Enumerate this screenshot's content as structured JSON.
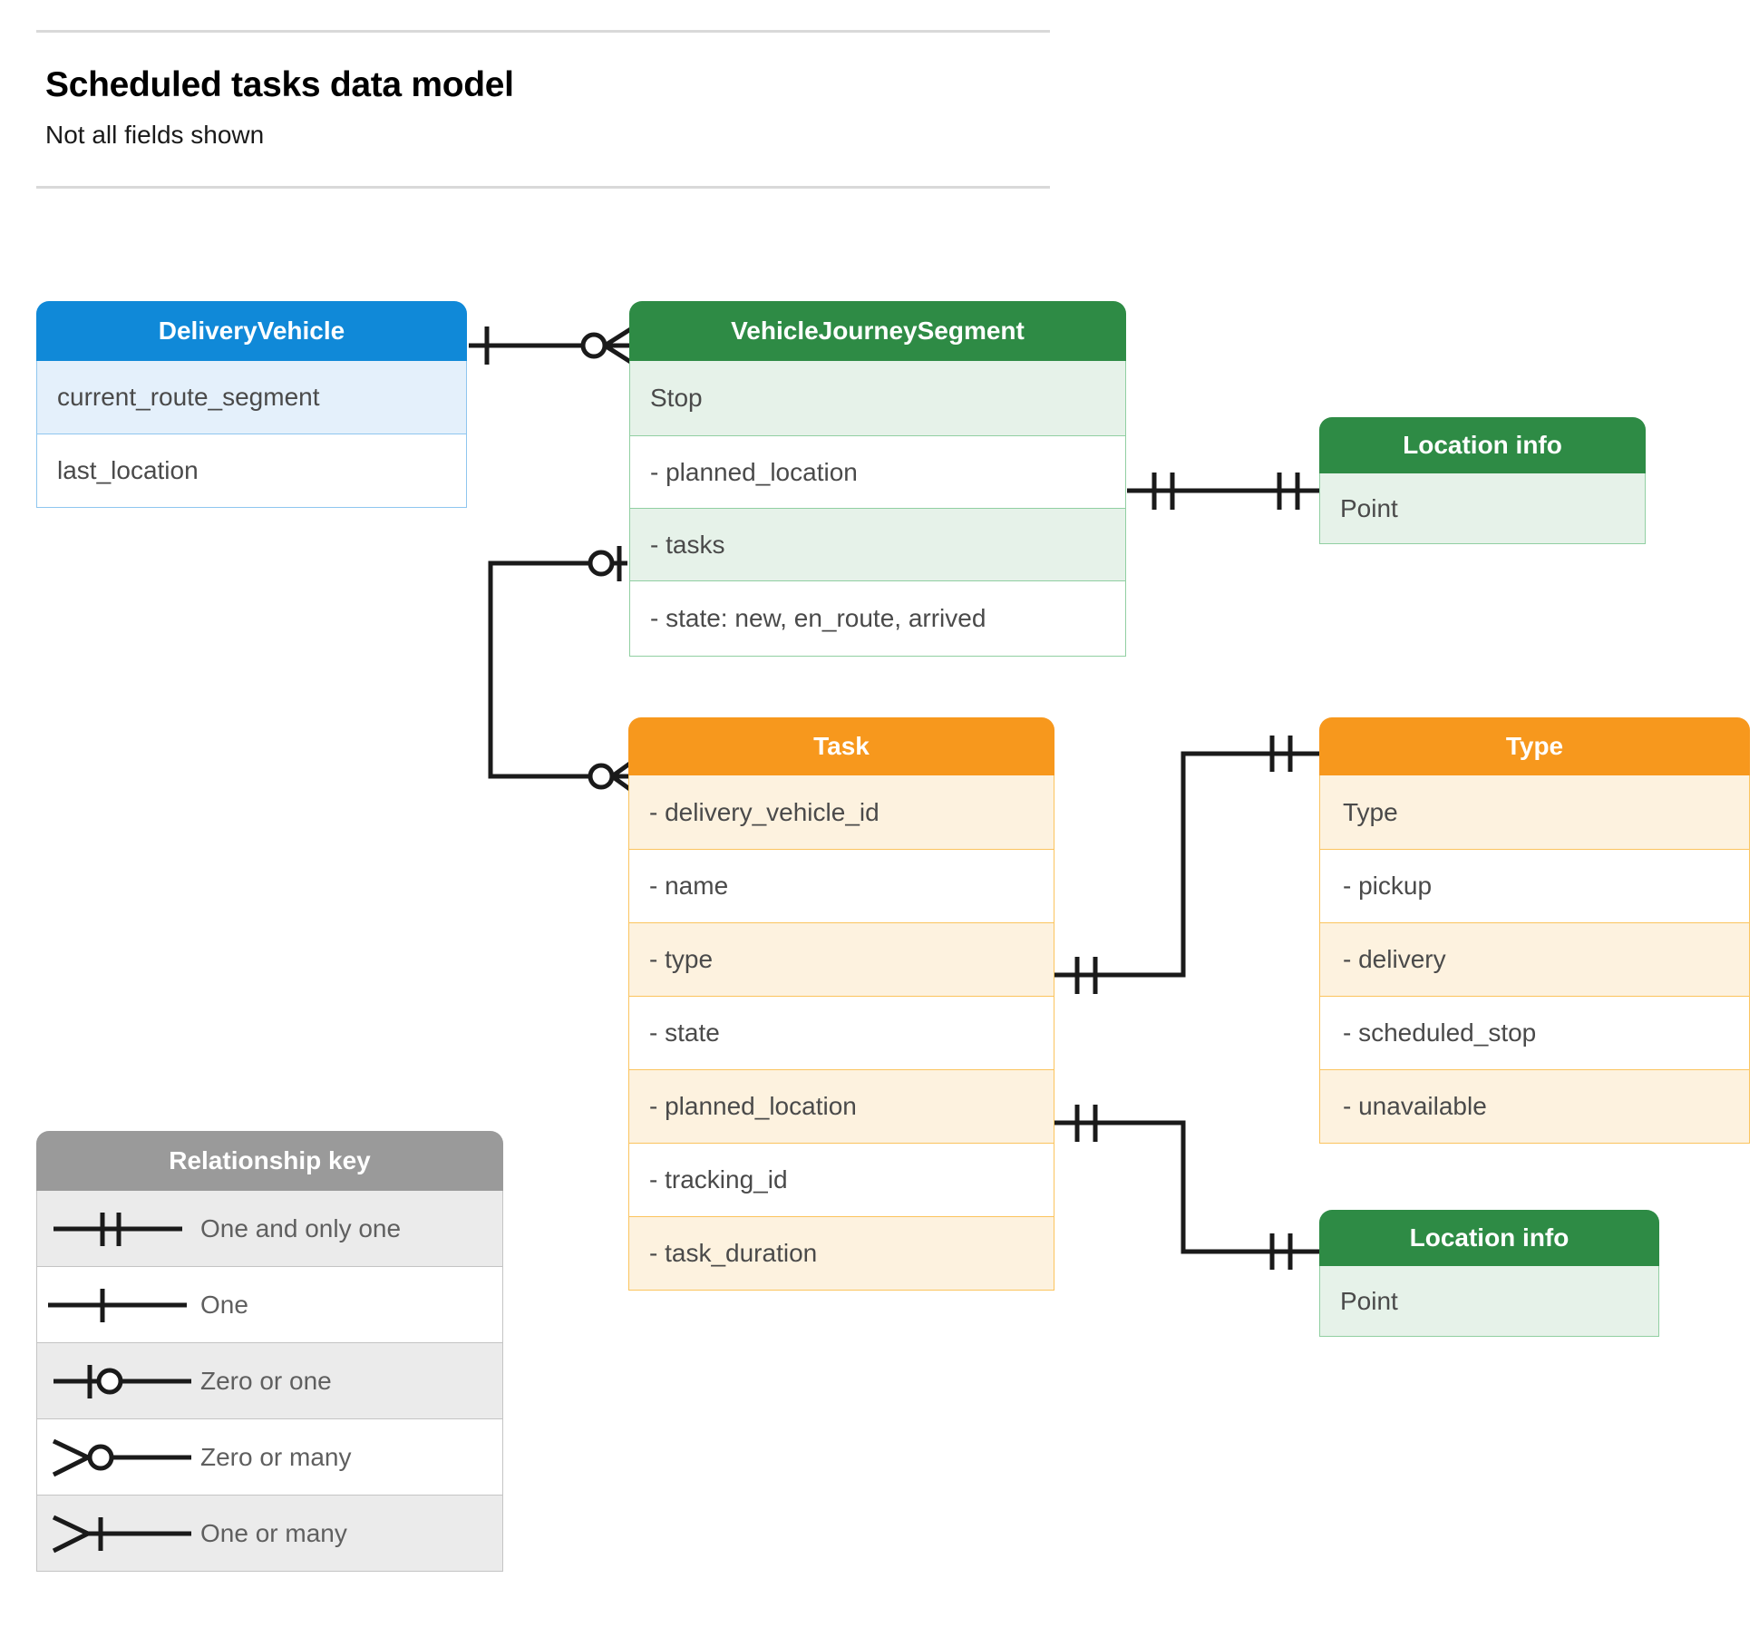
{
  "header": {
    "title": "Scheduled tasks data model",
    "subtitle": "Not all fields shown"
  },
  "colors": {
    "blue": "#1089d8",
    "blue_row": "#e4f0fb",
    "blue_border": "#8fc6ef",
    "green": "#2e8b45",
    "green_row": "#e6f2e9",
    "green_border": "#91cfa2",
    "orange": "#f7981d",
    "orange_row": "#fdf2df",
    "orange_border": "#fbc45e",
    "gray": "#9a9a9a",
    "gray_row": "#ebebeb",
    "connector": "#1a1a1a",
    "text": "#4a4a4a"
  },
  "entities": {
    "delivery_vehicle": {
      "title": "DeliveryVehicle",
      "rows": [
        {
          "label": "current_route_segment",
          "shade": "alt"
        },
        {
          "label": "last_location",
          "shade": "plain"
        }
      ]
    },
    "vehicle_journey_segment": {
      "title": "VehicleJourneySegment",
      "rows": [
        {
          "label": "Stop",
          "shade": "alt"
        },
        {
          "label": "-  planned_location",
          "shade": "plain"
        },
        {
          "label": "- tasks",
          "shade": "alt"
        },
        {
          "label": "- state: new, en_route, arrived",
          "shade": "plain"
        }
      ]
    },
    "location_info_top": {
      "title": "Location info",
      "rows": [
        {
          "label": "Point",
          "shade": "alt"
        }
      ]
    },
    "location_info_bottom": {
      "title": "Location info",
      "rows": [
        {
          "label": "Point",
          "shade": "alt"
        }
      ]
    },
    "task": {
      "title": "Task",
      "rows": [
        {
          "label": "- delivery_vehicle_id",
          "shade": "alt"
        },
        {
          "label": "- name",
          "shade": "plain"
        },
        {
          "label": "- type",
          "shade": "alt"
        },
        {
          "label": "- state",
          "shade": "plain"
        },
        {
          "label": "- planned_location",
          "shade": "alt"
        },
        {
          "label": "- tracking_id",
          "shade": "plain"
        },
        {
          "label": "- task_duration",
          "shade": "alt"
        }
      ]
    },
    "type": {
      "title": "Type",
      "rows": [
        {
          "label": "Type",
          "shade": "alt"
        },
        {
          "label": "-   pickup",
          "shade": "plain"
        },
        {
          "label": "-   delivery",
          "shade": "alt"
        },
        {
          "label": "-   scheduled_stop",
          "shade": "plain"
        },
        {
          "label": "-   unavailable",
          "shade": "alt"
        }
      ]
    }
  },
  "legend": {
    "title": "Relationship key",
    "items": [
      {
        "symbol": "one-and-only-one",
        "label": "One and only one",
        "shade": "alt"
      },
      {
        "symbol": "one",
        "label": "One",
        "shade": "plain"
      },
      {
        "symbol": "zero-or-one",
        "label": "Zero or one",
        "shade": "alt"
      },
      {
        "symbol": "zero-or-many",
        "label": "Zero or many",
        "shade": "plain"
      },
      {
        "symbol": "one-or-many",
        "label": "One or many",
        "shade": "alt"
      }
    ]
  },
  "relationships": [
    {
      "from": "DeliveryVehicle",
      "from_cardinality": "one",
      "to": "VehicleJourneySegment",
      "to_cardinality": "zero-or-many"
    },
    {
      "from": "VehicleJourneySegment.tasks",
      "from_cardinality": "zero-or-one",
      "to": "Task",
      "to_cardinality": "zero-or-many"
    },
    {
      "from": "VehicleJourneySegment.planned_location",
      "from_cardinality": "one-and-only-one",
      "to": "Location info",
      "to_cardinality": "one-and-only-one"
    },
    {
      "from": "Task.type",
      "from_cardinality": "one-and-only-one",
      "to": "Type",
      "to_cardinality": "one-and-only-one"
    },
    {
      "from": "Task.planned_location",
      "from_cardinality": "one-and-only-one",
      "to": "Location info",
      "to_cardinality": "one-and-only-one"
    }
  ]
}
